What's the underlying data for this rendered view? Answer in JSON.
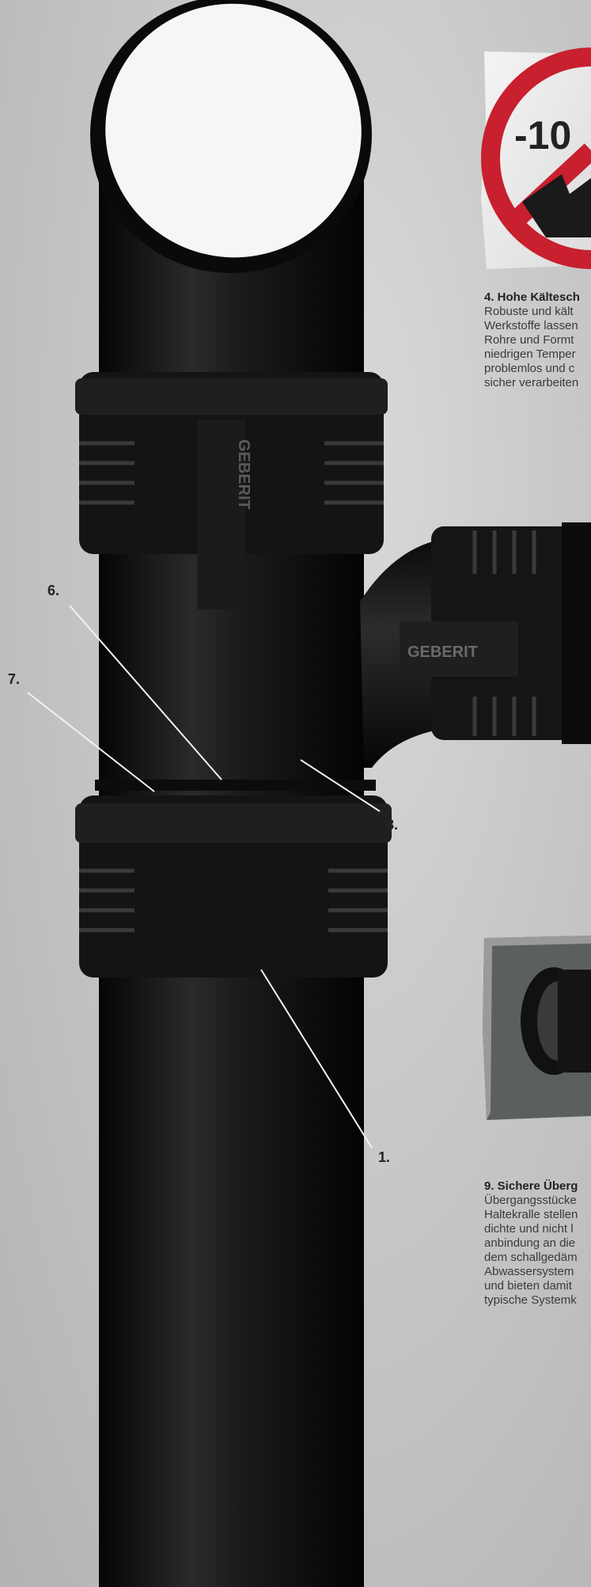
{
  "callouts": {
    "c6": "6.",
    "c7": "7.",
    "c8": "8.",
    "c1": "1."
  },
  "cold_sign": {
    "value": "-10"
  },
  "brand": {
    "logo_text": "GEBERIT"
  },
  "section4": {
    "title": "4. Hohe Kältesch",
    "lines": [
      "Robuste und kält",
      "Werkstoffe lassen",
      "Rohre und Formt",
      "niedrigen Temper",
      "problemlos und c",
      "sicher verarbeiten"
    ]
  },
  "section9": {
    "title": "9. Sichere Überg",
    "lines": [
      "Übergangsstücke",
      "Haltekralle stellen",
      "dichte und nicht l",
      "anbindung an die",
      "dem schallgedäm",
      "Abwassersystem",
      "und bieten damit",
      "typische Systemk"
    ]
  },
  "colors": {
    "background": "#c4c4c4",
    "pipe": "#111111",
    "stop_sign_red": "#c8202e",
    "photo_frame_bg": "#5b5f60"
  }
}
